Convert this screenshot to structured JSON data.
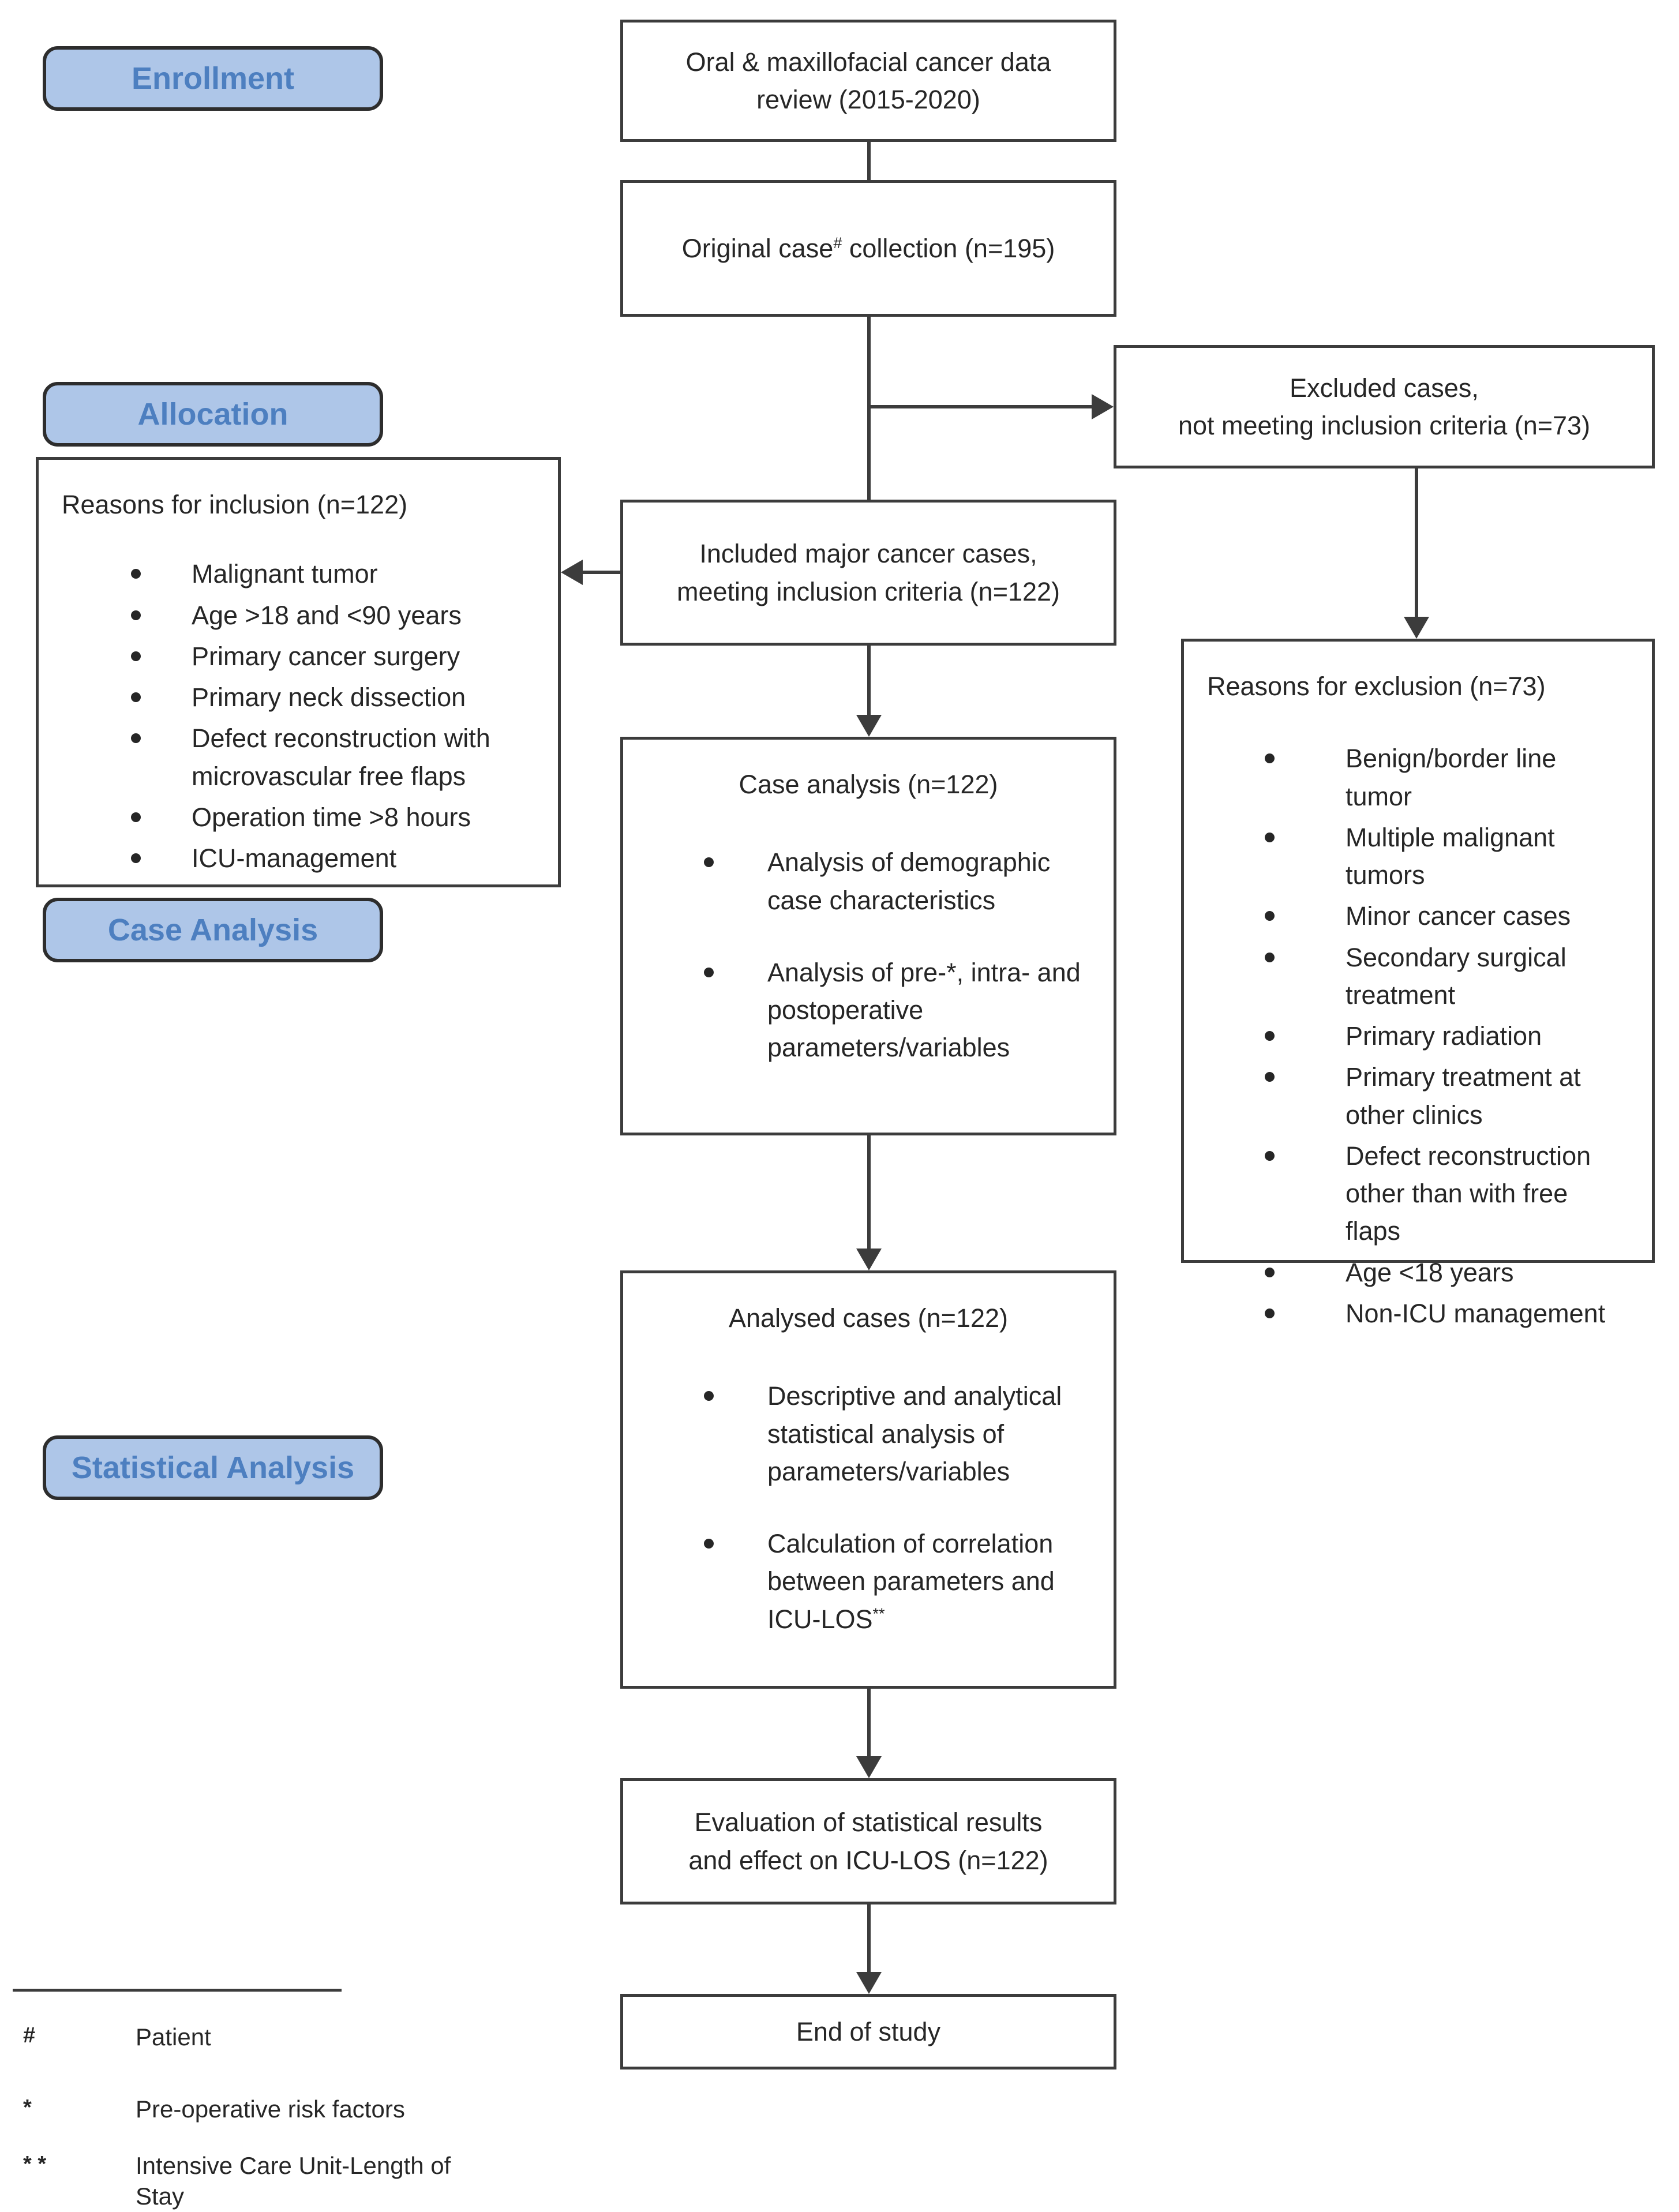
{
  "stages": [
    {
      "label": "Enrollment"
    },
    {
      "label": "Allocation"
    },
    {
      "label": "Case Analysis"
    },
    {
      "label": "Statistical Analysis"
    }
  ],
  "boxes": {
    "data_review": {
      "text": "Oral & maxillofacial cancer data\nreview (2015-2020)"
    },
    "original_collection": {
      "text": "Original case^{#} collection (n=195)"
    },
    "excluded": {
      "text": "Excluded cases,\nnot meeting inclusion criteria (n=73)"
    },
    "reasons_inclusion": {
      "title": "Reasons for inclusion (n=122)",
      "bullets": [
        "Malignant tumor",
        "Age >18 and <90 years",
        "Primary cancer surgery",
        "Primary neck dissection",
        "Defect reconstruction with microvascular free flaps",
        "Operation time >8 hours",
        "ICU-management"
      ]
    },
    "included": {
      "text": "Included major cancer cases,\nmeeting inclusion criteria (n=122)"
    },
    "reasons_exclusion": {
      "title": "Reasons for exclusion (n=73)",
      "bullets": [
        "Benign/border line tumor",
        "Multiple malignant tumors",
        "Minor cancer cases",
        "Secondary surgical treatment",
        "Primary radiation",
        "Primary treatment at other clinics",
        "Defect reconstruction other than with free flaps",
        "Age <18 years",
        "Non-ICU management"
      ]
    },
    "case_analysis": {
      "title": "Case analysis (n=122)",
      "bullets": [
        "Analysis of demographic case characteristics",
        "Analysis of pre-*, intra- and postoperative parameters/variables"
      ]
    },
    "analysed": {
      "title": "Analysed cases (n=122)",
      "bullets": [
        "Descriptive and analytical statistical analysis of parameters/variables",
        "Calculation of correlation between parameters and ICU-LOS^{**}"
      ]
    },
    "evaluation": {
      "text": "Evaluation of statistical results\nand effect on ICU-LOS (n=122)"
    },
    "end": {
      "text": "End of study"
    }
  },
  "footnotes": [
    {
      "symbol": "#",
      "text": "Patient"
    },
    {
      "symbol": "*",
      "text": "Pre-operative risk factors"
    },
    {
      "symbol": "* *",
      "text": "Intensive Care Unit-Length of Stay"
    }
  ],
  "colors": {
    "background": "#ffffff",
    "box_border": "#3c3c3c",
    "connector": "#3c3c3c",
    "text": "#262626",
    "label_fill": "#aec6e8",
    "label_border": "#2d2d2d",
    "label_text": "#4d7fc0"
  }
}
